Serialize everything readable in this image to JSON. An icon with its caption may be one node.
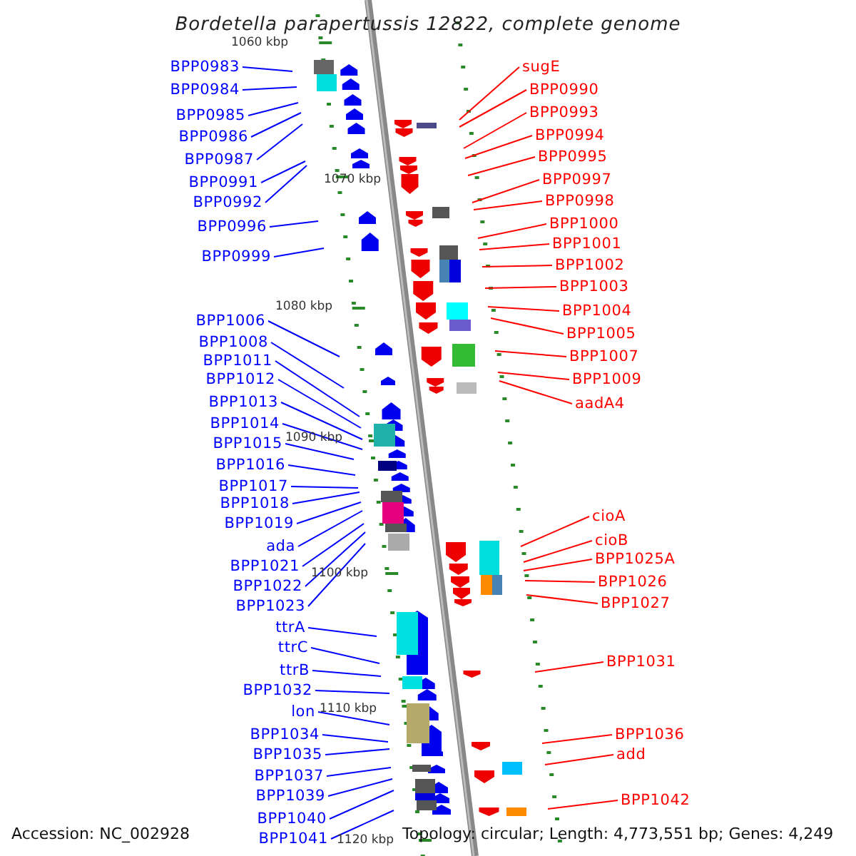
{
  "diagram": {
    "title": "Bordetella parapertussis 12822, complete genome",
    "nodes": [
      {
        "text": [
          "BPP0983"
        ]
      },
      {
        "text": [
          "BPP0984"
        ]
      },
      {
        "text": [
          "BPP0985"
        ]
      },
      {
        "text": [
          "BPP0986"
        ]
      },
      {
        "text": [
          "BPP0987"
        ]
      },
      {
        "text": [
          "BPP0991"
        ]
      },
      {
        "text": [
          "BPP0992"
        ]
      },
      {
        "text": [
          "BPP0996"
        ]
      },
      {
        "text": [
          "BPP0999"
        ]
      },
      {
        "text": [
          "BPP1006"
        ]
      },
      {
        "text": [
          "BPP1008"
        ]
      },
      {
        "text": [
          "BPP1011"
        ]
      },
      {
        "text": [
          "BPP1012"
        ]
      },
      {
        "text": [
          "BPP1013"
        ]
      },
      {
        "text": [
          "BPP1014"
        ]
      },
      {
        "text": [
          "BPP1015"
        ]
      },
      {
        "text": [
          "BPP1016"
        ]
      },
      {
        "text": [
          "BPP1017"
        ]
      },
      {
        "text": [
          "BPP1018"
        ]
      },
      {
        "text": [
          "BPP1019"
        ]
      },
      {
        "text": [
          "ada"
        ]
      },
      {
        "text": [
          "BPP1021"
        ]
      },
      {
        "text": [
          "BPP1022"
        ]
      },
      {
        "text": [
          "BPP1023"
        ]
      },
      {
        "text": [
          "ttrA"
        ]
      },
      {
        "text": [
          "ttrC"
        ]
      },
      {
        "text": [
          "ttrB"
        ]
      },
      {
        "text": [
          "BPP1032"
        ]
      },
      {
        "text": [
          "lon"
        ]
      },
      {
        "text": [
          "BPP1034"
        ]
      },
      {
        "text": [
          "BPP1035"
        ]
      },
      {
        "text": [
          "BPP1037"
        ]
      },
      {
        "text": [
          "BPP1039"
        ]
      },
      {
        "text": [
          "BPP1040"
        ]
      },
      {
        "text": [
          "BPP1041"
        ]
      },
      {
        "text": [
          "sugE"
        ]
      },
      {
        "text": [
          "BPP0990"
        ]
      },
      {
        "text": [
          "BPP0993"
        ]
      },
      {
        "text": [
          "BPP0994"
        ]
      },
      {
        "text": [
          "BPP0995"
        ]
      },
      {
        "text": [
          "BPP0997"
        ]
      },
      {
        "text": [
          "BPP0998"
        ]
      },
      {
        "text": [
          "BPP1000"
        ]
      },
      {
        "text": [
          "BPP1001"
        ]
      },
      {
        "text": [
          "BPP1002"
        ]
      },
      {
        "text": [
          "BPP1003"
        ]
      },
      {
        "text": [
          "BPP1004"
        ]
      },
      {
        "text": [
          "BPP1005"
        ]
      },
      {
        "text": [
          "BPP1007"
        ]
      },
      {
        "text": [
          "BPP1009"
        ]
      },
      {
        "text": [
          "aadA4"
        ]
      },
      {
        "text": [
          "cioA"
        ]
      },
      {
        "text": [
          "cioB"
        ]
      },
      {
        "text": [
          "BPP1025A"
        ]
      },
      {
        "text": [
          "BPP1026"
        ]
      },
      {
        "text": [
          "BPP1027"
        ]
      },
      {
        "text": [
          "BPP1031"
        ]
      },
      {
        "text": [
          "BPP1036"
        ]
      },
      {
        "text": [
          "add"
        ]
      },
      {
        "text": [
          "BPP1042"
        ]
      }
    ],
    "edges": [
      {
        "from": 0,
        "to": null,
        "arrow": "none"
      },
      {
        "from": 1,
        "to": null,
        "arrow": "none"
      },
      {
        "from": 2,
        "to": null,
        "arrow": "none"
      },
      {
        "from": 3,
        "to": null,
        "arrow": "none"
      },
      {
        "from": 4,
        "to": null,
        "arrow": "none"
      },
      {
        "from": 5,
        "to": null,
        "arrow": "none"
      },
      {
        "from": 6,
        "to": null,
        "arrow": "none"
      },
      {
        "from": 7,
        "to": null,
        "arrow": "none"
      },
      {
        "from": 8,
        "to": null,
        "arrow": "none"
      },
      {
        "from": 9,
        "to": null,
        "arrow": "none"
      },
      {
        "from": 10,
        "to": null,
        "arrow": "none"
      },
      {
        "from": 11,
        "to": null,
        "arrow": "none"
      },
      {
        "from": 12,
        "to": null,
        "arrow": "none"
      },
      {
        "from": 13,
        "to": null,
        "arrow": "none"
      },
      {
        "from": 14,
        "to": null,
        "arrow": "none"
      },
      {
        "from": 15,
        "to": null,
        "arrow": "none"
      },
      {
        "from": 16,
        "to": null,
        "arrow": "none"
      },
      {
        "from": 17,
        "to": null,
        "arrow": "none"
      },
      {
        "from": 18,
        "to": null,
        "arrow": "none"
      },
      {
        "from": 19,
        "to": null,
        "arrow": "none"
      },
      {
        "from": 20,
        "to": null,
        "arrow": "none"
      },
      {
        "from": 21,
        "to": null,
        "arrow": "none"
      },
      {
        "from": 22,
        "to": null,
        "arrow": "none"
      },
      {
        "from": 23,
        "to": null,
        "arrow": "none"
      },
      {
        "from": 24,
        "to": null,
        "arrow": "none"
      },
      {
        "from": 25,
        "to": null,
        "arrow": "none"
      },
      {
        "from": 26,
        "to": null,
        "arrow": "none"
      },
      {
        "from": 27,
        "to": null,
        "arrow": "none"
      },
      {
        "from": 28,
        "to": null,
        "arrow": "none"
      },
      {
        "from": 29,
        "to": null,
        "arrow": "none"
      },
      {
        "from": 30,
        "to": null,
        "arrow": "none"
      },
      {
        "from": 31,
        "to": null,
        "arrow": "none"
      },
      {
        "from": 32,
        "to": null,
        "arrow": "none"
      },
      {
        "from": 33,
        "to": null,
        "arrow": "none"
      },
      {
        "from": 34,
        "to": null,
        "arrow": "none"
      },
      {
        "from": 35,
        "to": null,
        "arrow": "none",
        "color": "#ff0000"
      },
      {
        "from": 36,
        "to": null,
        "arrow": "none",
        "color": "#ff0000"
      },
      {
        "from": 37,
        "to": null,
        "arrow": "none",
        "color": "#ff0000"
      },
      {
        "from": 38,
        "to": null,
        "arrow": "none",
        "color": "#ff0000"
      },
      {
        "from": 39,
        "to": null,
        "arrow": "none",
        "color": "#ff0000"
      },
      {
        "from": 40,
        "to": null,
        "arrow": "none",
        "color": "#ff0000"
      },
      {
        "from": 41,
        "to": null,
        "arrow": "none",
        "color": "#ff0000"
      },
      {
        "from": 42,
        "to": null,
        "arrow": "none",
        "color": "#ff0000"
      },
      {
        "from": 43,
        "to": null,
        "arrow": "none",
        "color": "#ff0000"
      },
      {
        "from": 44,
        "to": null,
        "arrow": "none",
        "color": "#ff0000"
      },
      {
        "from": 45,
        "to": null,
        "arrow": "none",
        "color": "#ff0000"
      },
      {
        "from": 46,
        "to": null,
        "arrow": "none",
        "color": "#ff0000"
      },
      {
        "from": 47,
        "to": null,
        "arrow": "none",
        "color": "#ff0000"
      },
      {
        "from": 48,
        "to": null,
        "arrow": "none",
        "color": "#ff0000"
      },
      {
        "from": 49,
        "to": null,
        "arrow": "none",
        "color": "#ff0000"
      },
      {
        "from": 50,
        "to": null,
        "arrow": "none",
        "color": "#ff0000"
      },
      {
        "from": 51,
        "to": null,
        "arrow": "none",
        "color": "#ff0000"
      },
      {
        "from": 52,
        "to": null,
        "arrow": "none",
        "color": "#ff0000"
      },
      {
        "from": 53,
        "to": null,
        "arrow": "none",
        "color": "#ff0000"
      },
      {
        "from": 54,
        "to": null,
        "arrow": "none",
        "color": "#ff0000"
      },
      {
        "from": 55,
        "to": null,
        "arrow": "none",
        "color": "#ff0000"
      },
      {
        "from": 56,
        "to": null,
        "arrow": "none",
        "color": "#ff0000"
      },
      {
        "from": 57,
        "to": null,
        "arrow": "none",
        "color": "#ff0000"
      },
      {
        "from": 58,
        "to": null,
        "arrow": "none",
        "color": "#ff0000"
      },
      {
        "from": 59,
        "to": null,
        "arrow": "none",
        "color": "#ff0000"
      }
    ],
    "labels": [
      "1060 kbp",
      "1070 kbp",
      "1080 kbp",
      "1090 kbp",
      "1100 kbp",
      "1110 kbp",
      "1120 kbp",
      "Accession: NC_002928",
      "Topology: circular; Length: 4,773,551 bp; Genes: 4,249"
    ]
  }
}
